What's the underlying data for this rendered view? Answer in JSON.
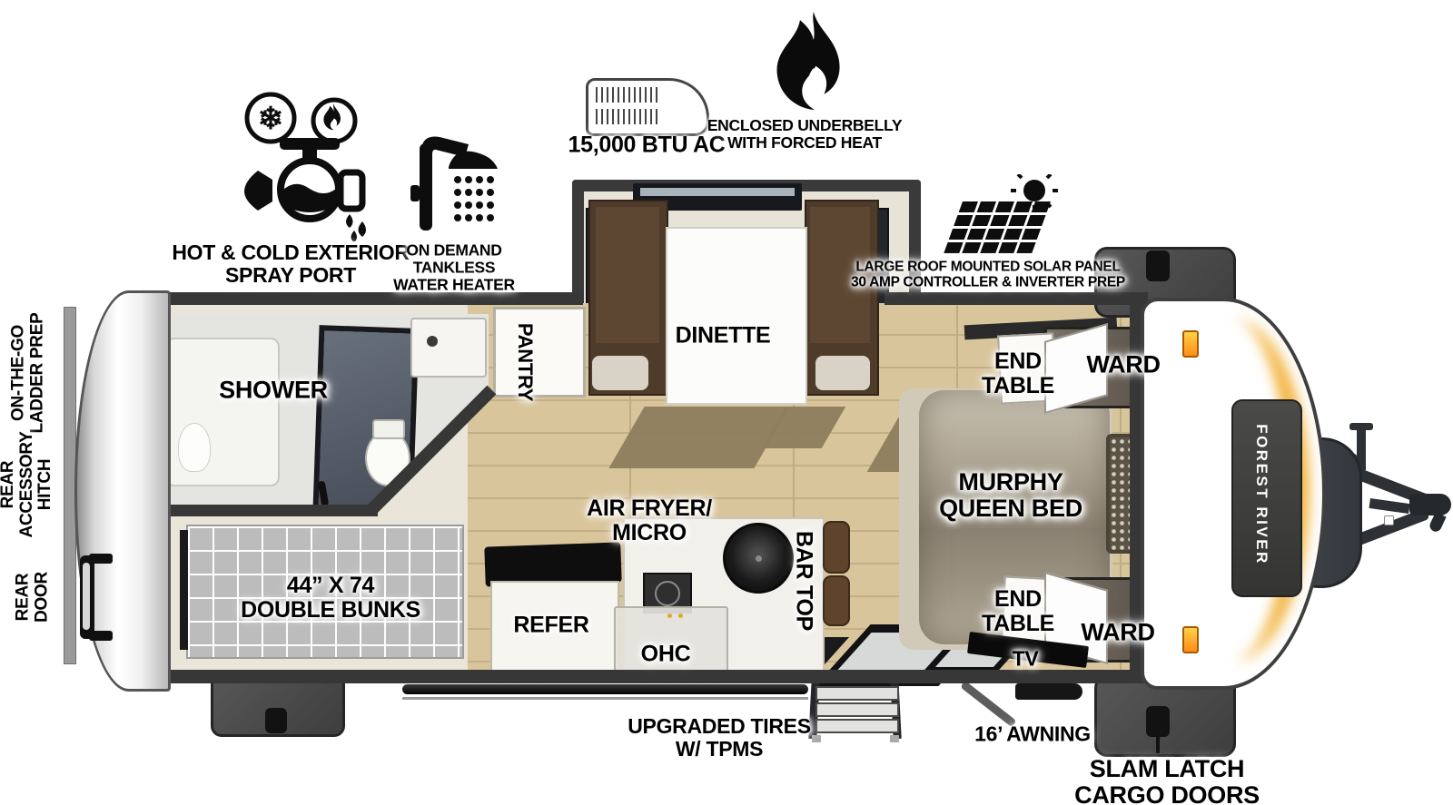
{
  "colors": {
    "wall": "#373737",
    "floor_wood": "#d9c59b",
    "floor_rug": "#8e7d5e",
    "front_cap_glow": "#f2b33e",
    "marker_light": "#ff9a24",
    "ink": "#0d0d0d"
  },
  "icons": {
    "spray_port": "faucet-hot-cold-icon",
    "cold_circle": "snowflake-icon",
    "hot_circle": "flame-circle-icon",
    "water_heater": "shower-head-icon",
    "ac": "rooftop-ac-icon",
    "underbelly": "flame-icon",
    "solar": "solar-panel-sun-icon",
    "entry_steps": "entry-steps-icon",
    "hitch": "a-frame-hitch-icon",
    "awning_bar": "awning-roller-icon",
    "rear_door_handle": "door-handle-icon"
  },
  "callouts": {
    "spray_port": {
      "lines": [
        "HOT & COLD EXTERIOR",
        "SPRAY PORT"
      ]
    },
    "water_heater": {
      "lines": [
        "ON DEMAND",
        "TANKLESS",
        "WATER HEATER"
      ]
    },
    "ac": {
      "lines": [
        "15,000 BTU AC"
      ]
    },
    "underbelly": {
      "lines": [
        "ENCLOSED UNDERBELLY",
        "WITH FORCED HEAT"
      ]
    },
    "solar": {
      "lines": [
        "LARGE ROOF MOUNTED SOLAR PANEL",
        "30 AMP CONTROLLER & INVERTER PREP"
      ]
    },
    "tires": {
      "lines": [
        "UPGRADED TIRES",
        "W/ TPMS"
      ]
    },
    "awning": {
      "lines": [
        "16’ AWNING"
      ]
    },
    "cargo": {
      "lines": [
        "SLAM LATCH",
        "CARGO DOORS"
      ]
    }
  },
  "rooms": {
    "shower": "SHOWER",
    "pantry": "PANTRY",
    "dinette": "DINETTE",
    "end_table": {
      "lines": [
        "END",
        "TABLE"
      ]
    },
    "ward": "WARD",
    "murphy": {
      "lines": [
        "MURPHY",
        "QUEEN BED"
      ]
    },
    "tv": "TV",
    "bunks": {
      "lines": [
        "44” X 74",
        "DOUBLE BUNKS"
      ]
    },
    "refer": "REFER",
    "ohc": "OHC",
    "air_fryer": {
      "lines": [
        "AIR FRYER/",
        "MICRO"
      ]
    },
    "bar_top": "BAR TOP"
  },
  "exterior": {
    "ladder": {
      "lines": [
        "ON-THE-GO",
        "LADDER PREP"
      ]
    },
    "rear_hitch": {
      "lines": [
        "REAR",
        "ACCESSORY",
        "HITCH"
      ]
    },
    "rear_door": {
      "lines": [
        "REAR",
        "DOOR"
      ]
    },
    "brand": "FOREST RIVER"
  }
}
